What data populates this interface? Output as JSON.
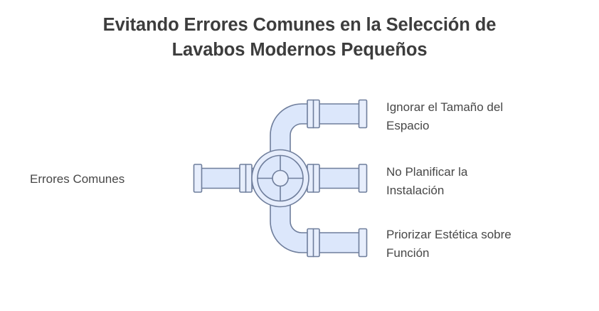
{
  "title": {
    "line1": "Evitando Errores Comunes en la Selección de",
    "line2": "Lavabos Modernos Pequeños"
  },
  "diagram": {
    "type": "pipe-manifold-branch-diagram",
    "root_label": "Errores Comunes",
    "branches": [
      {
        "line1": "Ignorar el Tamaño del",
        "line2": "Espacio"
      },
      {
        "line1": "No Planificar la",
        "line2": "Instalación"
      },
      {
        "line1": "Priorizar Estética sobre",
        "line2": "Función"
      }
    ],
    "colors": {
      "pipe_fill": "#dce7fb",
      "pipe_stroke": "#6f7e9c",
      "fitting_fill": "#e7eefc",
      "title_text": "#3d3d3d",
      "label_text": "#474747",
      "background": "#ffffff"
    }
  }
}
